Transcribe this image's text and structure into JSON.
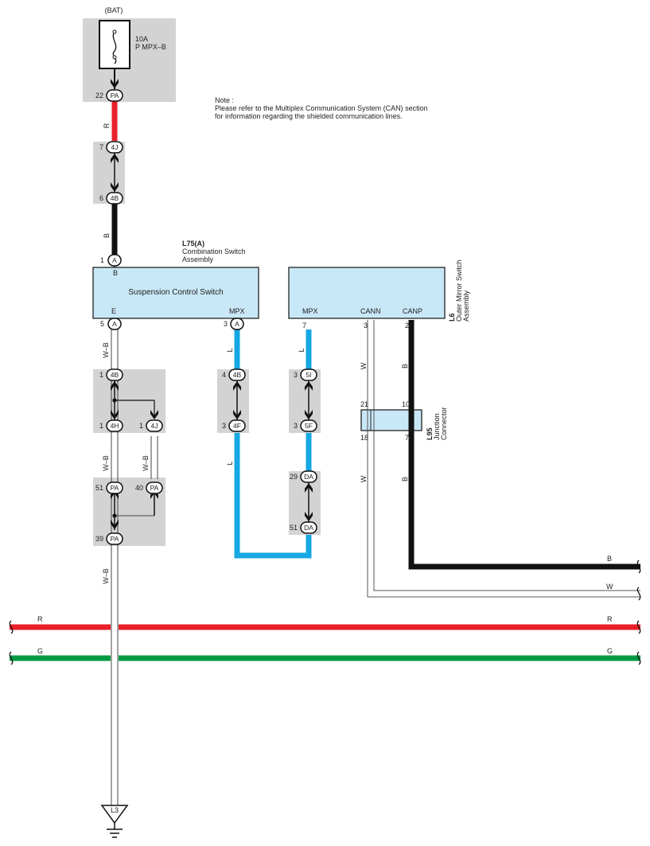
{
  "colors": {
    "red": "#e8202a",
    "black": "#111111",
    "blue": "#16a8e3",
    "green": "#009a44",
    "component_fill": "#c9e8f7",
    "connector_shade": "#d3d3d3"
  },
  "note": {
    "title": "Note :",
    "line1": "Please refer to the Multiplex Communication System (CAN) section",
    "line2": "for information regarding the shielded communication lines."
  },
  "fuse": {
    "source": "(BAT)",
    "rating": "10A",
    "name": "P MPX–B",
    "pin_number": "22",
    "connector": "PA"
  },
  "connectors": {
    "c_4j_top": {
      "num": "7",
      "id": "4J"
    },
    "c_4b_top": {
      "num": "6",
      "id": "4B"
    },
    "c_l75_b": {
      "num": "1",
      "id": "A"
    },
    "c_l75_e": {
      "num": "5",
      "id": "A"
    },
    "c_l75_mpx": {
      "num": "3",
      "id": "A"
    },
    "c_4b_left": {
      "num": "1",
      "id": "4B"
    },
    "c_4h": {
      "num": "1",
      "id": "4H"
    },
    "c_4j_mid": {
      "num": "1",
      "id": "4J"
    },
    "c_pa51": {
      "num": "51",
      "id": "PA"
    },
    "c_pa40": {
      "num": "40",
      "id": "PA"
    },
    "c_pa39": {
      "num": "39",
      "id": "PA"
    },
    "c_4b_mid": {
      "num": "4",
      "id": "4B"
    },
    "c_4f": {
      "num": "3",
      "id": "4F"
    },
    "c_5i": {
      "num": "3",
      "id": "5I"
    },
    "c_5f": {
      "num": "3",
      "id": "5F"
    },
    "c_da29": {
      "num": "29",
      "id": "DA"
    },
    "c_da51": {
      "num": "51",
      "id": "DA"
    }
  },
  "wire_labels": {
    "r_top": "R",
    "b_top": "B",
    "wb_1": "W–B",
    "wb_2": "W–B",
    "wb_3": "W–B",
    "wb_4": "W–B",
    "l_1": "L",
    "l_2": "L",
    "l_3": "L",
    "w_1": "W",
    "w_2": "W",
    "b_1": "B",
    "b_2": "B",
    "b_right": "B",
    "w_right": "W",
    "r_left": "R",
    "r_right": "R",
    "g_left": "G",
    "g_right": "G"
  },
  "l75": {
    "code": "L75(A)",
    "name_line1": "Combination Switch",
    "name_line2": "Assembly",
    "title": "Suspension Control Switch",
    "pin_b": "B",
    "pin_e": "E",
    "pin_mpx": "MPX"
  },
  "l6": {
    "code": "L6",
    "name_line1": "Outer Mirror Switch",
    "name_line2": "Assembly",
    "pin_mpx": "MPX",
    "pin_cann": "CANN",
    "pin_canp": "CANP",
    "num_mpx": "7",
    "num_cann": "3",
    "num_canp": "2"
  },
  "l95": {
    "code": "L95",
    "name_line1": "Junction",
    "name_line2": "Connector",
    "pin_21": "21",
    "pin_10": "10",
    "pin_18": "18",
    "pin_7": "7"
  },
  "ground": {
    "code": "L3"
  }
}
